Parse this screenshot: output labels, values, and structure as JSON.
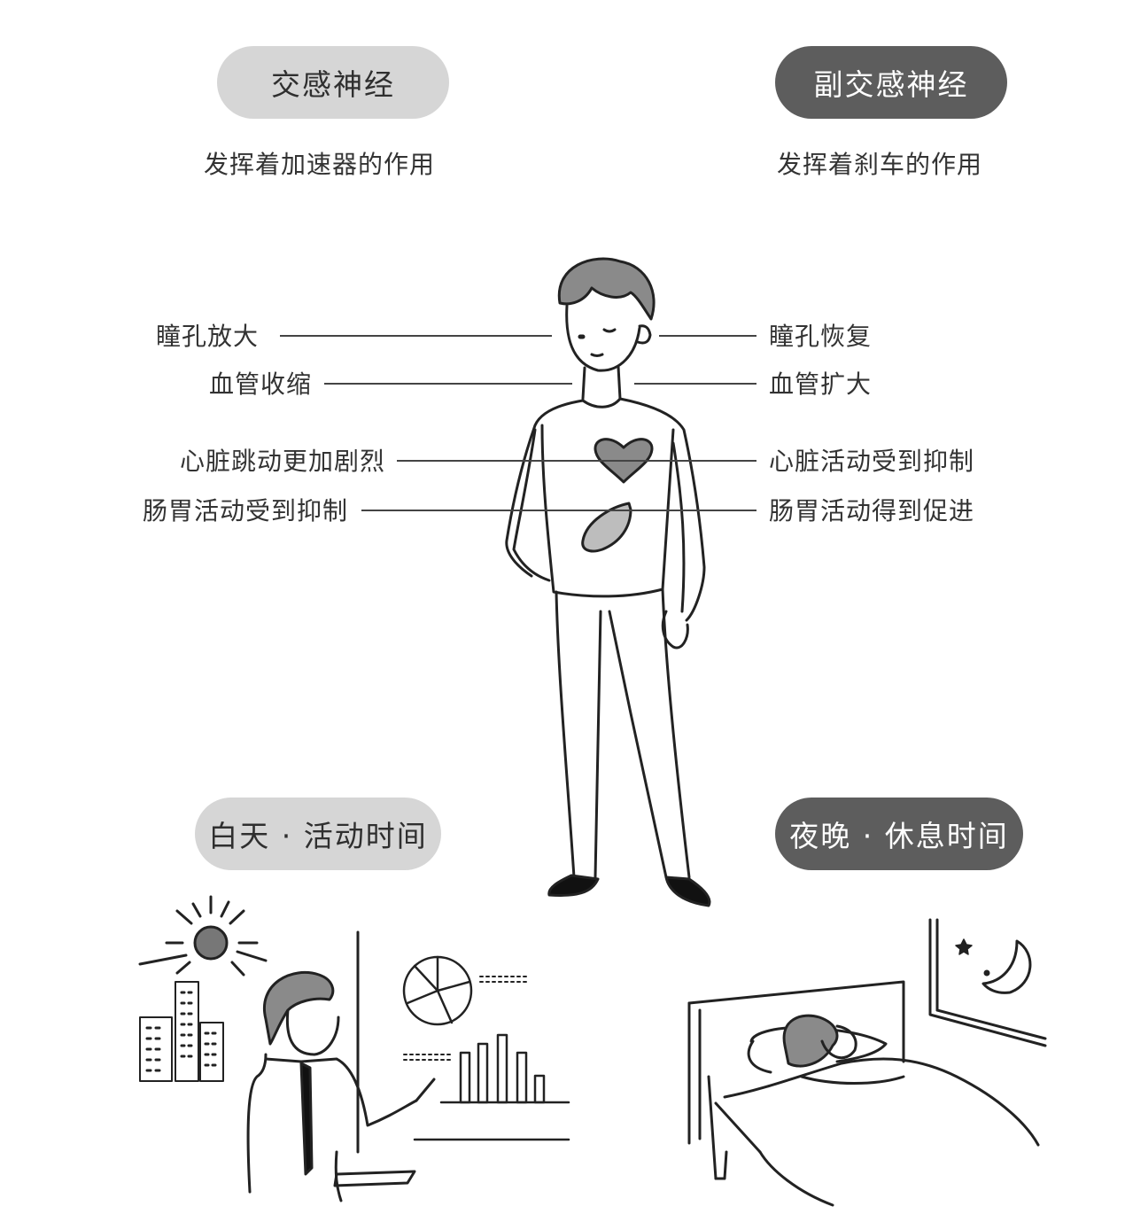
{
  "sympathetic": {
    "title": "交感神经",
    "subtitle": "发挥着加速器的作用",
    "effects": [
      "瞳孔放大",
      "血管收缩",
      "心脏跳动更加剧烈",
      "肠胃活动受到抑制"
    ],
    "time_label": "白天 · 活动时间"
  },
  "parasympathetic": {
    "title": "副交感神经",
    "subtitle": "发挥着刹车的作用",
    "effects": [
      "瞳孔恢复",
      "血管扩大",
      "心脏活动受到抑制",
      "肠胃活动得到促进"
    ],
    "time_label": "夜晚 · 休息时间"
  },
  "colors": {
    "pill_light": "#d6d6d6",
    "pill_dark": "#5d5d5d",
    "line": "#444444",
    "illustration_fill": "#8a8a8a"
  },
  "icons": [
    "person-figure",
    "heart-icon",
    "stomach-icon",
    "sun-icon",
    "moon-icon",
    "star-icon",
    "pie-chart-icon",
    "bar-chart-icon",
    "bed-icon"
  ]
}
